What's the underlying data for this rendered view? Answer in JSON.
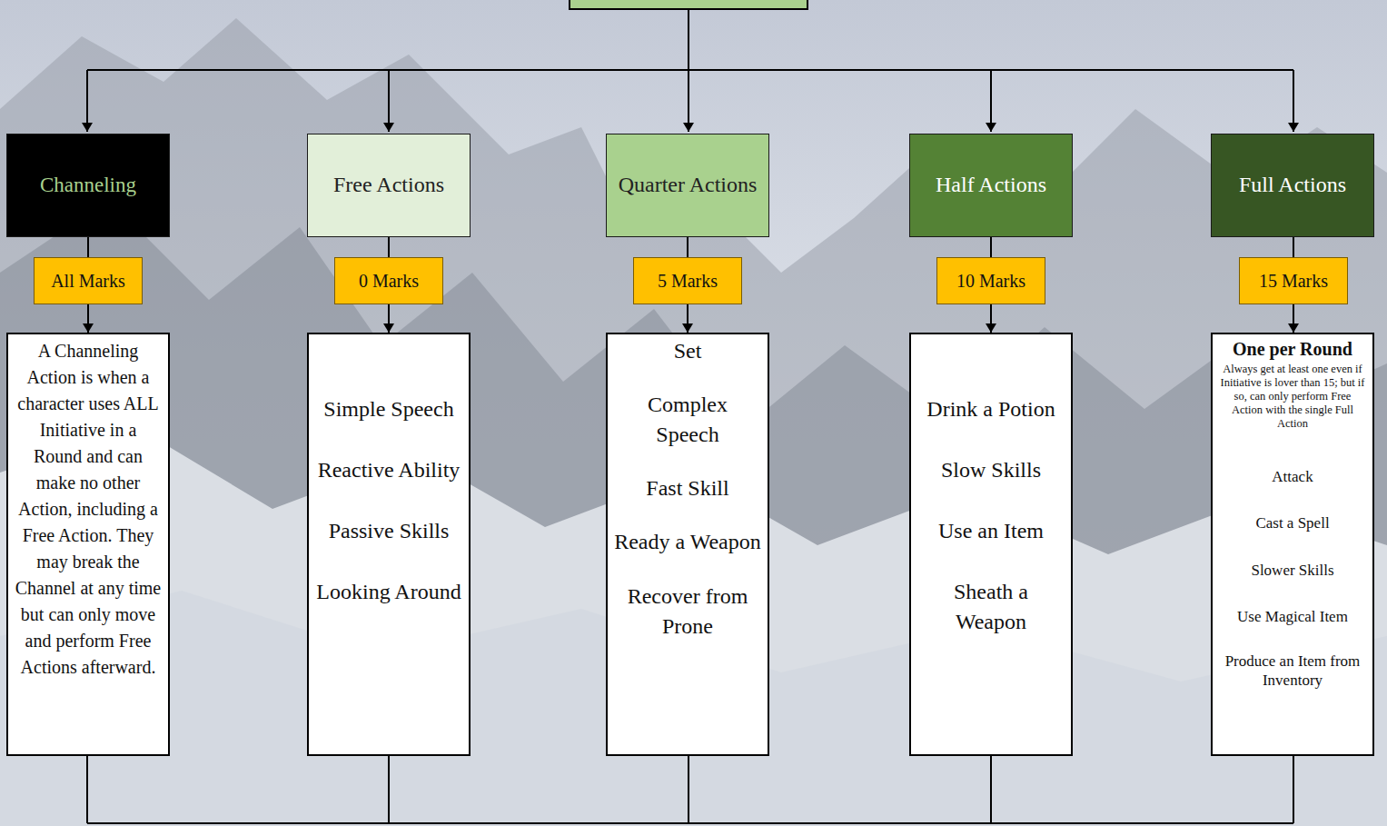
{
  "diagram": {
    "nodes": [
      {
        "text": [
          "Channeling"
        ]
      },
      {
        "text": [
          "Free Actions"
        ]
      },
      {
        "text": [
          "Quarter Actions"
        ]
      },
      {
        "text": [
          "Half Actions"
        ]
      },
      {
        "text": [
          "Full Actions"
        ]
      },
      {
        "text": [
          "All Marks"
        ]
      },
      {
        "text": [
          "0 Marks"
        ]
      },
      {
        "text": [
          "5 Marks"
        ]
      },
      {
        "text": [
          "10 Marks"
        ]
      },
      {
        "text": [
          "15 Marks"
        ]
      },
      {
        "text": [
          "A Channeling Action is when a character uses ALL Initiative in a Round and can make no other Action, including a Free Action. They may break the Channel at any time but can only move and perform Free Actions afterward."
        ]
      },
      {
        "text": [
          "Simple Speech",
          "Reactive Ability",
          "Passive Skills",
          "Looking Around"
        ]
      },
      {
        "text": [
          "Set",
          "Complex Speech",
          "Fast Skill",
          "Ready a Weapon",
          "Recover from Prone"
        ]
      },
      {
        "text": [
          "Drink a Potion",
          "Slow Skills",
          "Use an Item",
          "Sheath a Weapon"
        ]
      },
      {
        "text": [
          "One per Round",
          "Always get at least one even if Initiative is lover than 15; but if so, can only perform Free Action with the single Full Action",
          "Attack",
          "Cast a Spell",
          "Slower Skills",
          "Use Magical Item",
          "Produce an Item from Inventory"
        ]
      }
    ],
    "edges": [
      {
        "from": 0,
        "to": 5,
        "arrow": "none"
      },
      {
        "from": 1,
        "to": 6,
        "arrow": "none"
      },
      {
        "from": 2,
        "to": 7,
        "arrow": "none"
      },
      {
        "from": 3,
        "to": 8,
        "arrow": "none"
      },
      {
        "from": 4,
        "to": 9,
        "arrow": "none"
      },
      {
        "from": 5,
        "to": 10,
        "arrow": "to"
      },
      {
        "from": 6,
        "to": 11,
        "arrow": "to"
      },
      {
        "from": 7,
        "to": 12,
        "arrow": "to"
      },
      {
        "from": 8,
        "to": 13,
        "arrow": "to"
      },
      {
        "from": 9,
        "to": 14,
        "arrow": "to"
      }
    ]
  }
}
